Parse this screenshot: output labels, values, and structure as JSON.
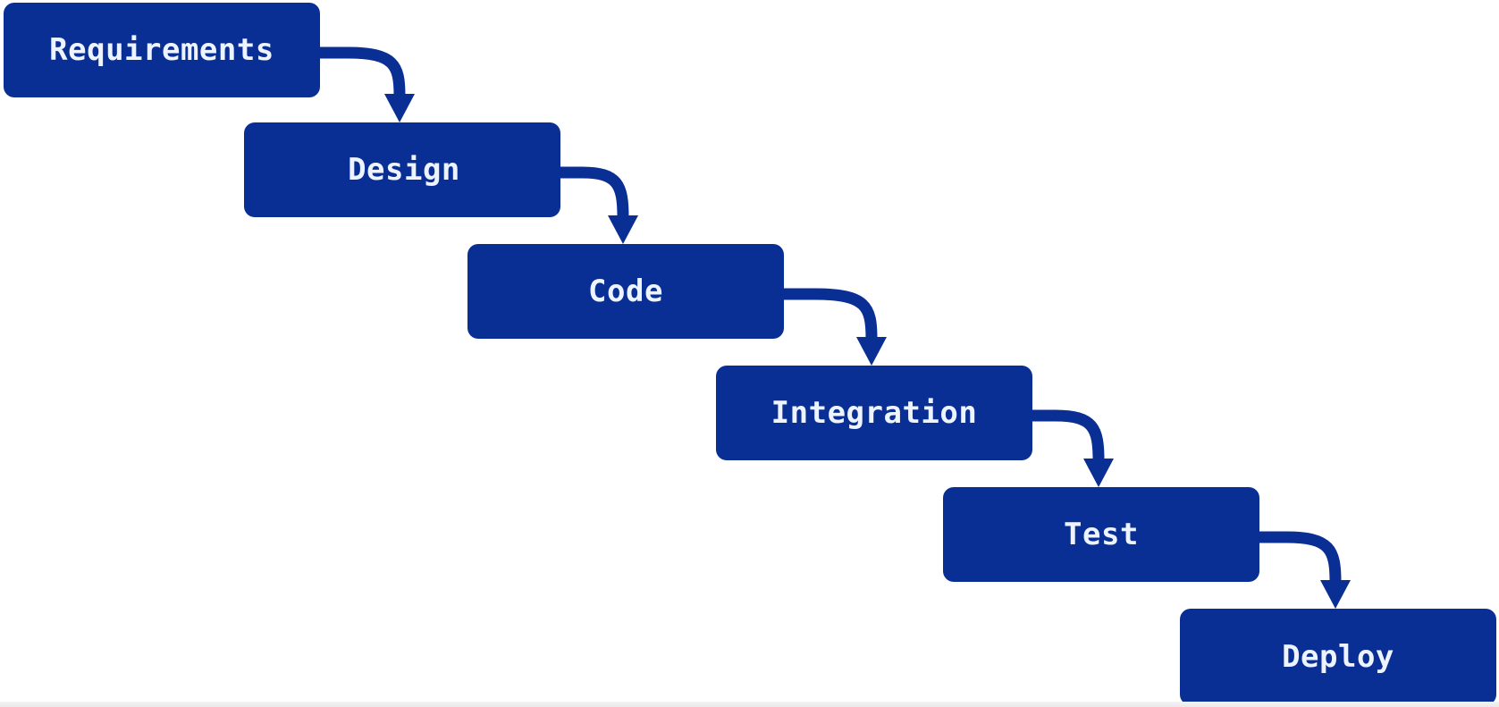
{
  "diagram": {
    "type": "waterfall-process",
    "colors": {
      "box_fill": "#0a2f94",
      "box_text": "#eef4ff",
      "arrow": "#0a2f94",
      "background": "#ffffff"
    },
    "steps": [
      {
        "label": "Requirements"
      },
      {
        "label": "Design"
      },
      {
        "label": "Code"
      },
      {
        "label": "Integration"
      },
      {
        "label": "Test"
      },
      {
        "label": "Deploy"
      }
    ],
    "connections": [
      {
        "from": "Requirements",
        "to": "Design"
      },
      {
        "from": "Design",
        "to": "Code"
      },
      {
        "from": "Code",
        "to": "Integration"
      },
      {
        "from": "Integration",
        "to": "Test"
      },
      {
        "from": "Test",
        "to": "Deploy"
      }
    ]
  }
}
